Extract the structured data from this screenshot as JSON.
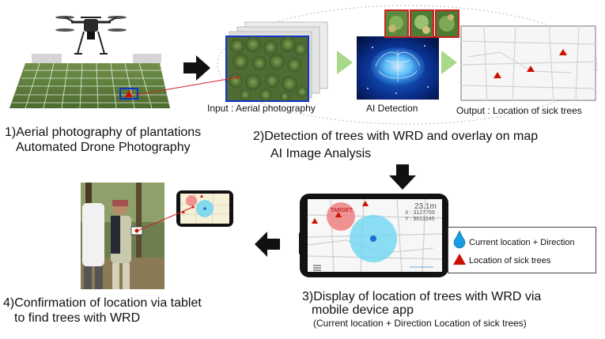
{
  "steps": {
    "step1": {
      "line1": "1)Aerial photography of plantations",
      "line2": "Automated Drone Photography"
    },
    "step2": {
      "line1": "2)Detection of trees with WRD and overlay on map",
      "line2": "AI Image Analysis"
    },
    "step3": {
      "line1": "3)Display of location of trees with WRD via",
      "line2": "mobile device app",
      "line3": "(Current location + Direction Location of sick trees)"
    },
    "step4": {
      "line1": "4)Confirmation of location via tablet",
      "line2": "to find trees with WRD"
    }
  },
  "pipeline": {
    "input_label": "Input : Aerial photography",
    "ai_label": "AI Detection",
    "output_label": "Output :  Location of sick trees"
  },
  "phone": {
    "distance": "23.1m",
    "coord_x": "X : 3127769",
    "coord_y": "Y : 9613245",
    "target_label": "TARGET"
  },
  "legend": {
    "current": "Current location + Direction",
    "sick": "Location of sick trees"
  },
  "colors": {
    "arrow": "#111111",
    "chevron": "#a8d98a",
    "marker": "#cc1100",
    "position": "#1a9ce0",
    "frame_blue": "#1133cc",
    "frame_red": "#cc2222"
  }
}
